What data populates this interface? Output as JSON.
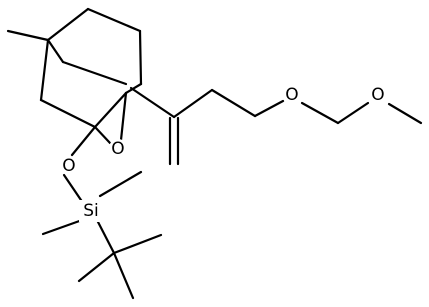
{
  "molecule": {
    "atoms": {
      "o_ring": "O",
      "o_silyl": "O",
      "si": "Si",
      "o_ether1": "O",
      "o_ether2": "O"
    }
  }
}
